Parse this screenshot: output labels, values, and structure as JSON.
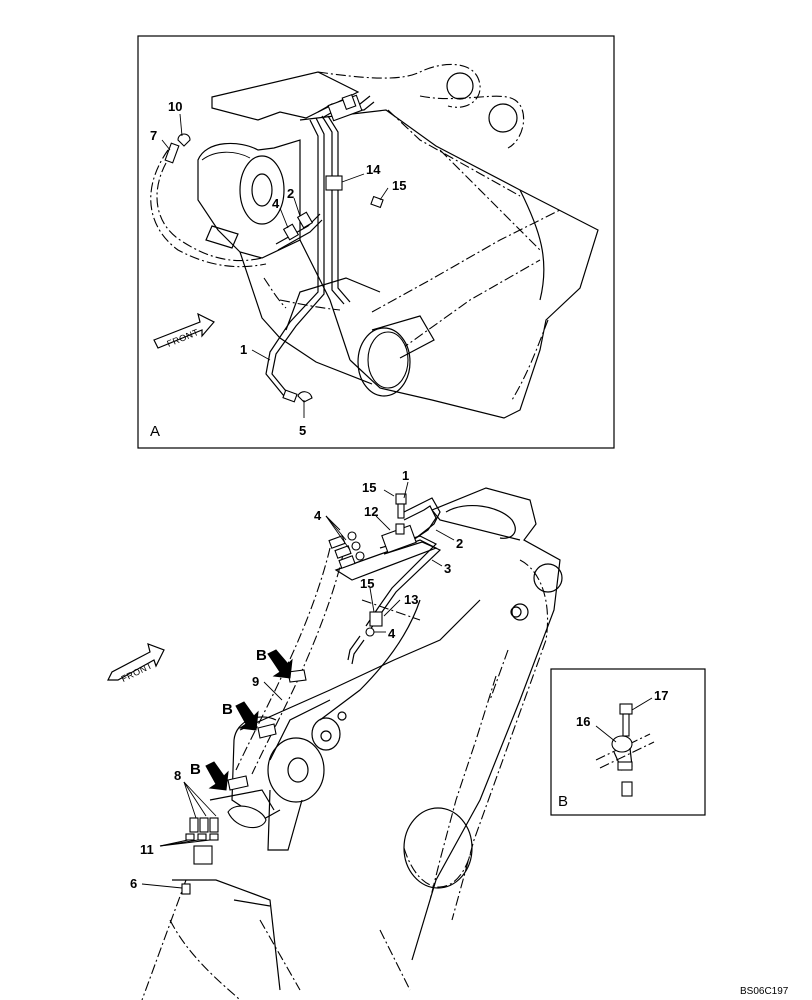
{
  "panel_a": {
    "label": "A",
    "front_label": "FRONT",
    "callouts": [
      "10",
      "7",
      "2",
      "4",
      "14",
      "15",
      "1",
      "5"
    ]
  },
  "panel_main": {
    "front_label": "FRONT",
    "callouts": [
      "15",
      "1",
      "4",
      "12",
      "2",
      "3",
      "15",
      "13",
      "4",
      "B",
      "9",
      "B",
      "B",
      "8",
      "11",
      "6"
    ]
  },
  "panel_b": {
    "label": "B",
    "callouts": [
      "17",
      "16"
    ]
  },
  "drawing_code": "BS06C197"
}
